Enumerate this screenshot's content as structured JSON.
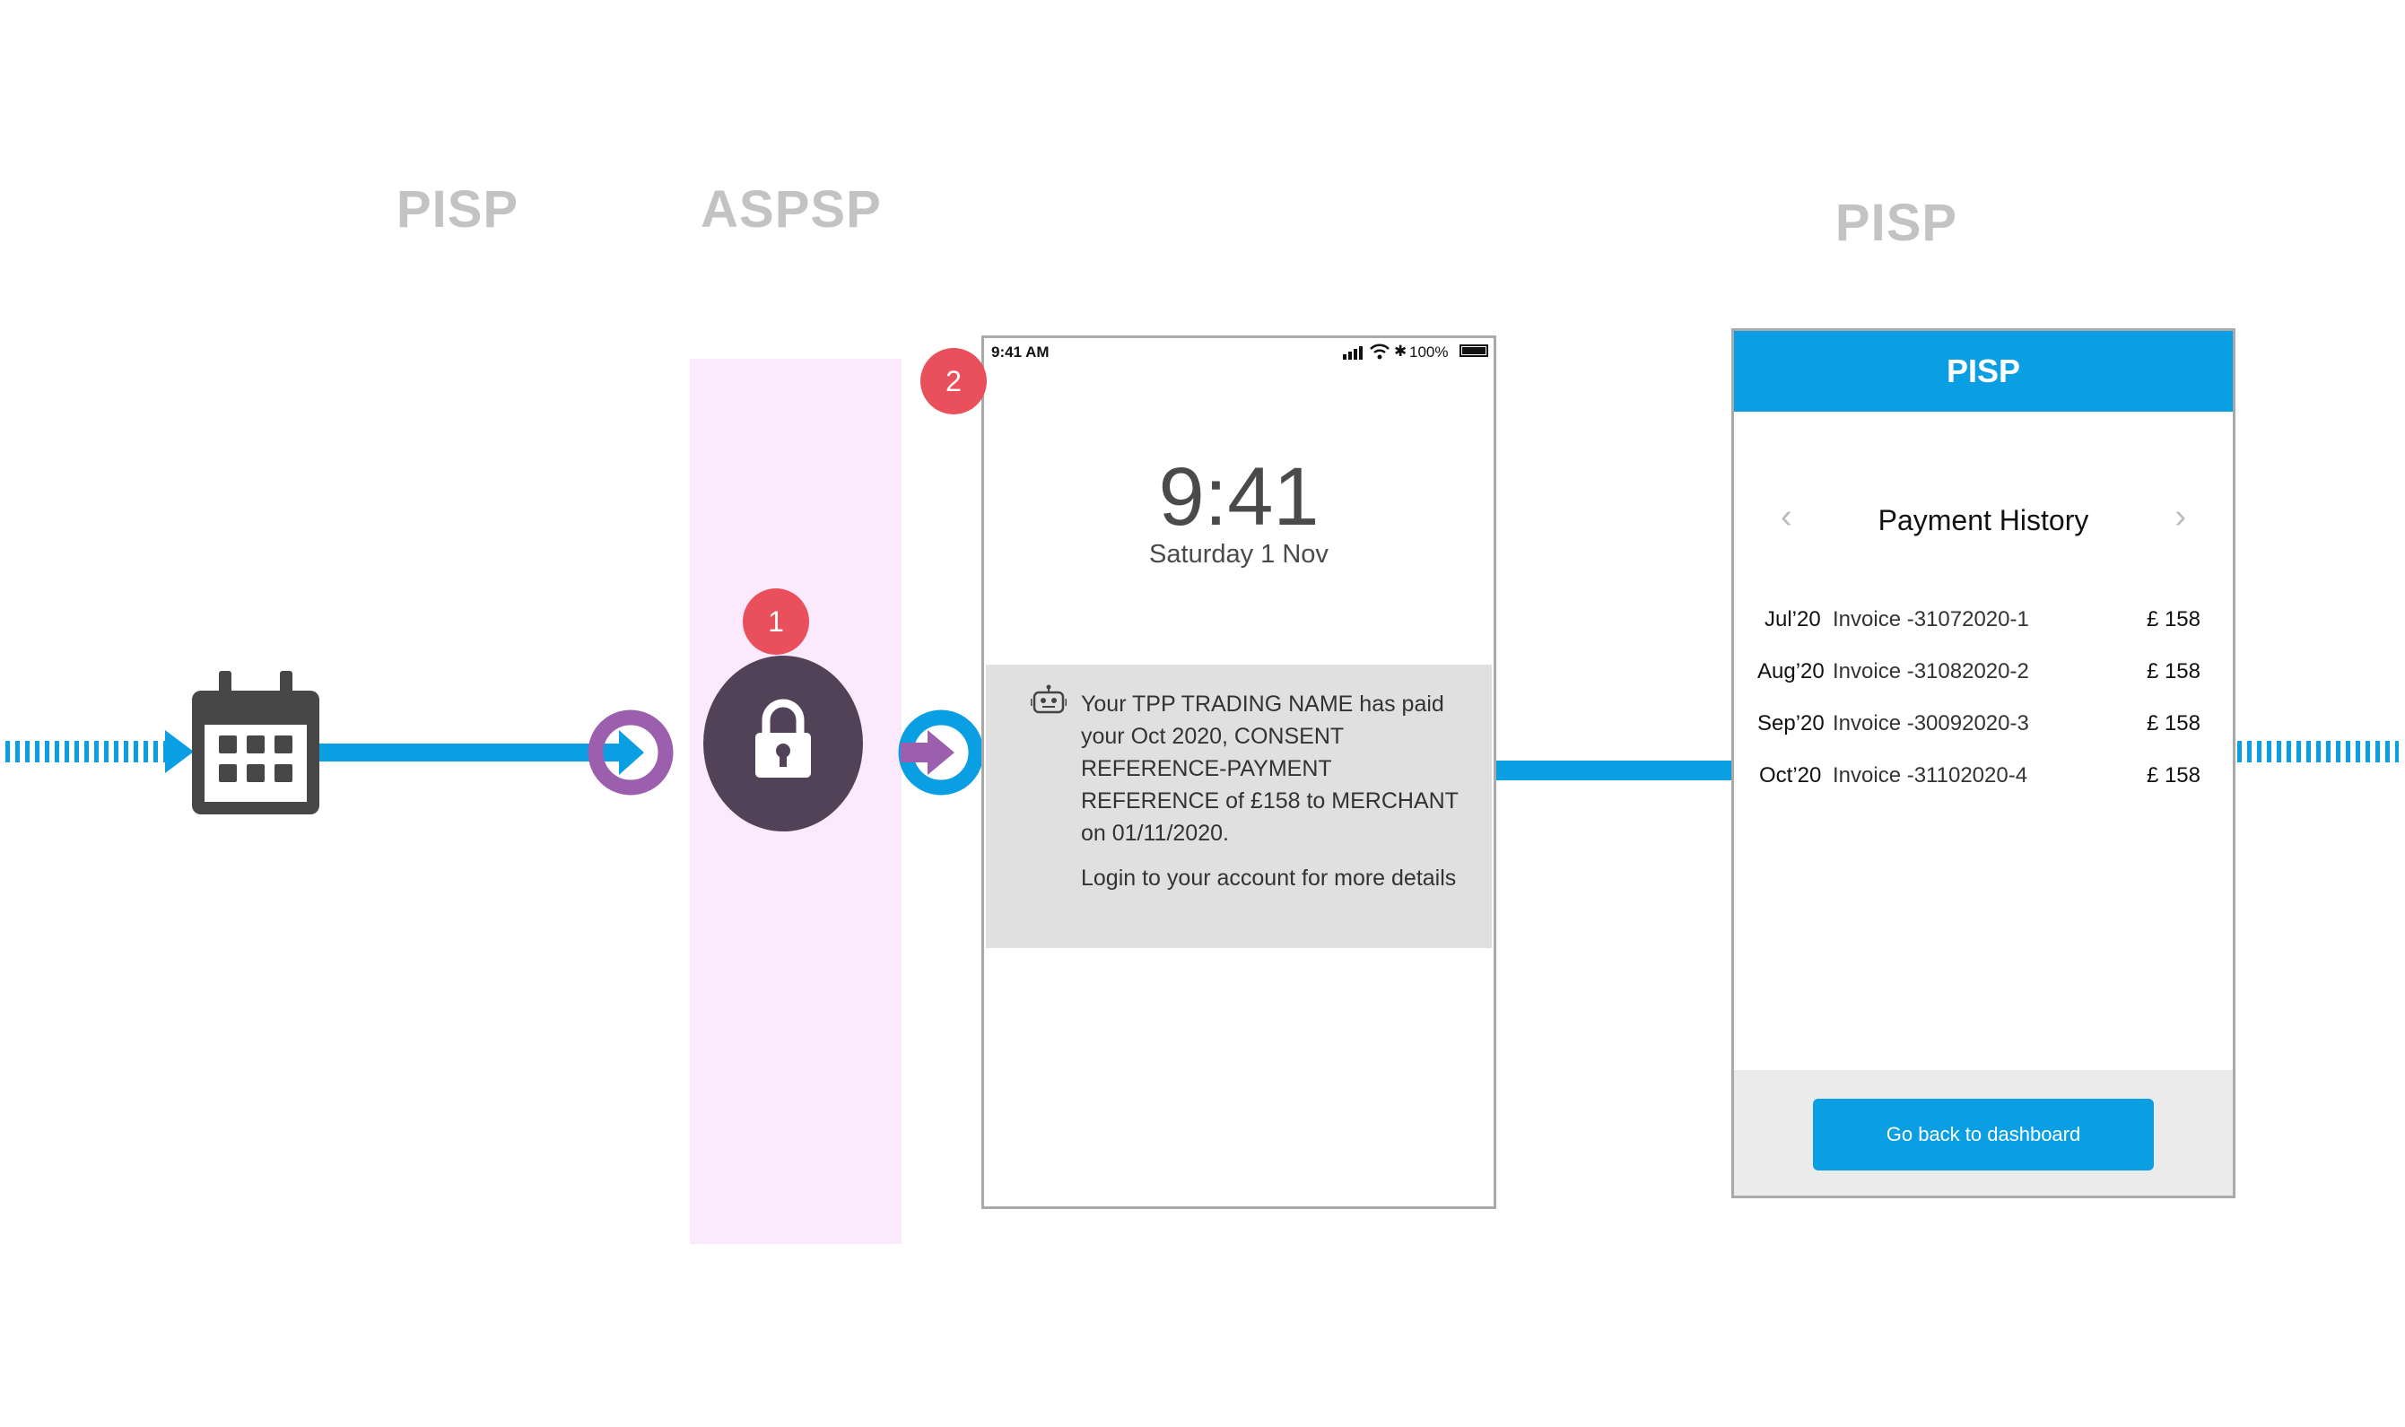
{
  "headers": {
    "left_pisp": "PISP",
    "aspsp": "ASPSP",
    "right_pisp": "PISP"
  },
  "badges": {
    "one": "1",
    "two": "2"
  },
  "colors": {
    "flow_blue": "#0a9ee2",
    "aspsp_purple": "#9b5fae",
    "lock_dark": "#524258",
    "badge_red": "#ea4f5c",
    "aspsp_band": "#fbe9fd"
  },
  "icons": {
    "calendar": "calendar-icon",
    "lock": "padlock-icon",
    "robot": "robot-icon",
    "chevron_left": "chevron-left-icon",
    "chevron_right": "chevron-right-icon"
  },
  "phone": {
    "status_time": "9:41 AM",
    "battery": "100%",
    "lock_time": "9:41",
    "lock_date": "Saturday 1 Nov",
    "notification": {
      "line1": "Your TPP TRADING NAME has paid",
      "line2": "your Oct 2020, CONSENT",
      "line3": "REFERENCE-PAYMENT",
      "line4": "REFERENCE of £158 to MERCHANT",
      "line5": "on 01/11/2020.",
      "line6": "Login to your account for more details"
    }
  },
  "pisp_app": {
    "header": "PISP",
    "title": "Payment History",
    "rows": [
      {
        "month": "Jul’20",
        "invoice": "Invoice -31072020-1",
        "amount": "£ 158"
      },
      {
        "month": "Aug’20",
        "invoice": "Invoice -31082020-2",
        "amount": "£ 158"
      },
      {
        "month": "Sep’20",
        "invoice": "Invoice -30092020-3",
        "amount": "£ 158"
      },
      {
        "month": "Oct’20",
        "invoice": "Invoice -31102020-4",
        "amount": "£ 158"
      }
    ],
    "button_label": "Go back to dashboard"
  }
}
